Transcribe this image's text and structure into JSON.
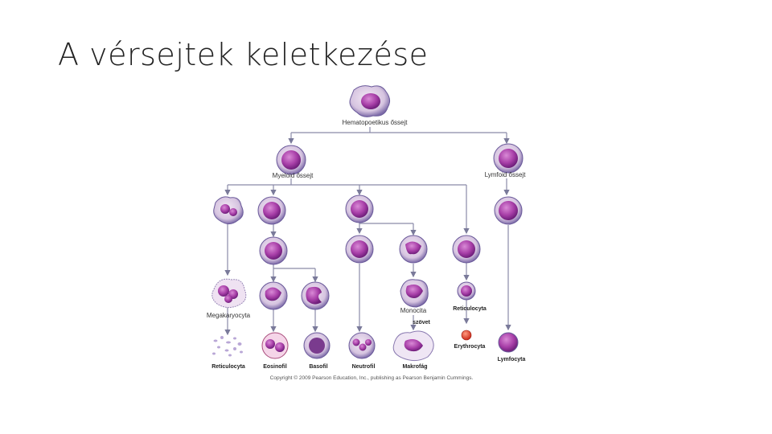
{
  "slide": {
    "title": "A vérsejtek keletkezése"
  },
  "diagram": {
    "labels": {
      "hematopoetikus": "Hematopoetikus őssejt",
      "myeloid": "Myeloid őssejt",
      "lymfoid": "Lymfoid őssejt",
      "megakaryocyta": "Megakaryocyta",
      "monocita": "Monocita",
      "reticulocyta_mid": "Reticulocyta",
      "szovet": "szövet",
      "erythrocyta": "Erythrocyta",
      "reticulocyta_bottom": "Reticulocyta",
      "eosinofil": "Eosinofil",
      "basofil": "Basofil",
      "neutrofil": "Neutrofil",
      "makrofag": "Makrofág",
      "lymfocyta": "Lymfocyta"
    },
    "copyright": "Copyright © 2009 Pearson Education, Inc., publishing as Pearson Benjamin Cummings."
  }
}
